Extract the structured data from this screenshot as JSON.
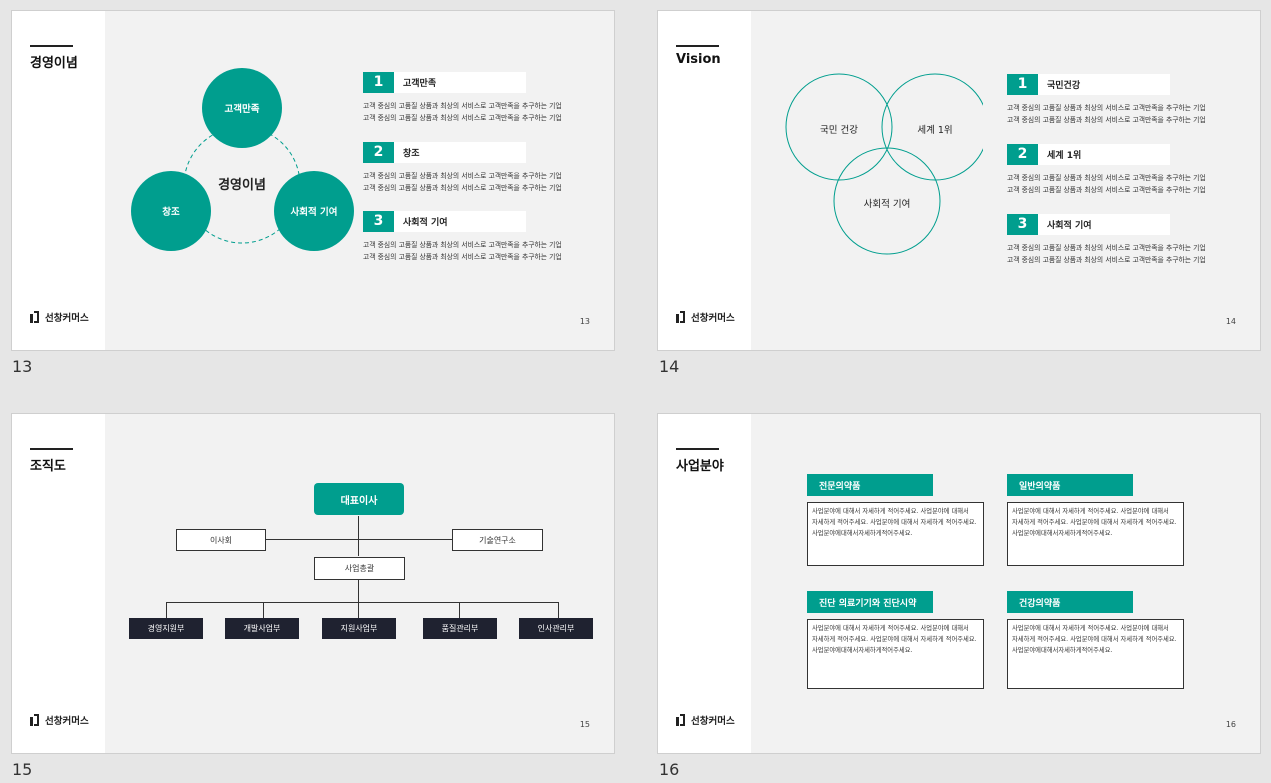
{
  "slides": {
    "s13": {
      "number": "13",
      "title": "경영이념",
      "logo": "선창커머스",
      "center_label": "경영이념",
      "circles": [
        "고객만족",
        "창조",
        "사회적 기여"
      ],
      "items": [
        {
          "num": "1",
          "label": "고객만족",
          "lines": [
            "고객 중심의 고품질 상품과 최상의 서비스로 고객만족을 추구하는 기업",
            "고객 중심의 고품질 상품과 최상의 서비스로 고객만족을 추구하는 기업"
          ]
        },
        {
          "num": "2",
          "label": "창조",
          "lines": [
            "고객 중심의 고품질 상품과 최상의 서비스로 고객만족을 추구하는 기업",
            "고객 중심의 고품질 상품과 최상의 서비스로 고객만족을 추구하는 기업"
          ]
        },
        {
          "num": "3",
          "label": "사회적 기여",
          "lines": [
            "고객 중심의 고품질 상품과 최상의 서비스로 고객만족을 추구하는 기업",
            "고객 중심의 고품질 상품과 최상의 서비스로 고객만족을 추구하는 기업"
          ]
        }
      ]
    },
    "s14": {
      "number": "14",
      "title": "Vision",
      "logo": "선창커머스",
      "circles": [
        "국민 건강",
        "세계 1위",
        "사회적 기여"
      ],
      "items": [
        {
          "num": "1",
          "label": "국민건강",
          "lines": [
            "고객 중심의 고품질 상품과 최상의 서비스로 고객만족을 추구하는 기업",
            "고객 중심의 고품질 상품과 최상의 서비스로 고객만족을 추구하는 기업"
          ]
        },
        {
          "num": "2",
          "label": "세계 1위",
          "lines": [
            "고객 중심의 고품질 상품과 최상의 서비스로 고객만족을 추구하는 기업",
            "고객 중심의 고품질 상품과 최상의 서비스로 고객만족을 추구하는 기업"
          ]
        },
        {
          "num": "3",
          "label": "사회적 기여",
          "lines": [
            "고객 중심의 고품질 상품과 최상의 서비스로 고객만족을 추구하는 기업",
            "고객 중심의 고품질 상품과 최상의 서비스로 고객만족을 추구하는 기업"
          ]
        }
      ]
    },
    "s15": {
      "number": "15",
      "title": "조직도",
      "logo": "선창커머스",
      "ceo": "대표이사",
      "board": "이사회",
      "lab": "기술연구소",
      "gm": "사업총괄",
      "departments": [
        "경영지원부",
        "개발사업부",
        "지원사업부",
        "품질관리부",
        "인사관리부"
      ]
    },
    "s16": {
      "number": "16",
      "title": "사업분야",
      "logo": "선창커머스",
      "sections": [
        {
          "head": "전문의약품",
          "lines": [
            "사업분야에 대해서 자세하게 적어주세요. 사업분야에 대해서",
            "자세하게 적어주세요. 사업분야에 대해서 자세하게 적어주세요.",
            "사업분야에대해서자세하게적어주세요."
          ]
        },
        {
          "head": "일반의약품",
          "lines": [
            "사업분야에 대해서 자세하게 적어주세요. 사업분야에 대해서",
            "자세하게 적어주세요. 사업분야에 대해서 자세하게 적어주세요.",
            "사업분야에대해서자세하게적어주세요."
          ]
        },
        {
          "head": "진단 의료기기와 진단시약",
          "lines": [
            "사업분야에 대해서 자세하게 적어주세요. 사업분야에 대해서",
            "자세하게 적어주세요. 사업분야에 대해서 자세하게 적어주세요.",
            "사업분야에대해서자세하게적어주세요."
          ]
        },
        {
          "head": "건강의약품",
          "lines": [
            "사업분야에 대해서 자세하게 적어주세요. 사업분야에 대해서",
            "자세하게 적어주세요. 사업분야에 대해서 자세하게 적어주세요.",
            "사업분야에대해서자세하게적어주세요."
          ]
        }
      ]
    }
  },
  "colors": {
    "accent": "#009e8e",
    "dark": "#1f2230",
    "slide_bg": "#f2f2f2"
  }
}
